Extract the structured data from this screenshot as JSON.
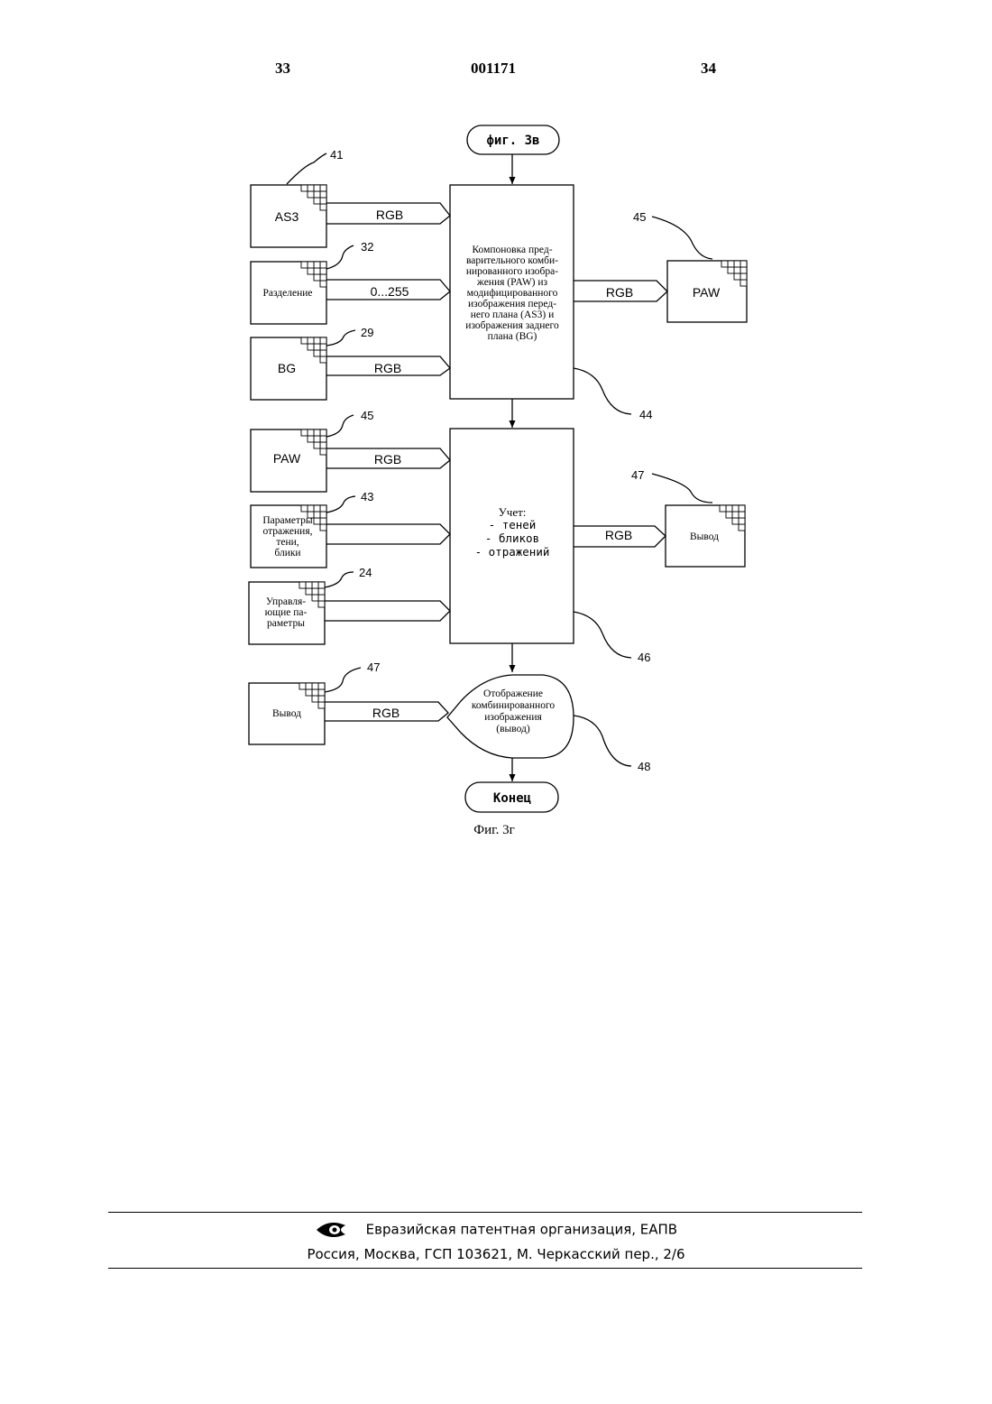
{
  "header": {
    "page_left": "33",
    "doc_number": "001171",
    "page_right": "34"
  },
  "diagram": {
    "start_terminal": "фиг. 3в",
    "end_terminal": "Конец",
    "caption": "Фиг. 3г",
    "block1_lines": [
      "Компоновка пред-",
      "варительного комби-",
      "нированного изобра-",
      "жения (PAW) из",
      "модифицированного",
      "изображения перед-",
      "него плана (AS3) и",
      "изображения заднего",
      "плана (BG)"
    ],
    "block2_lines": [
      "Учет:",
      "- теней",
      "- бликов",
      "- отражений"
    ],
    "display_lines": [
      "Отображение",
      "комбинированного",
      "изображения",
      "(вывод)"
    ],
    "inputs": {
      "as3": {
        "label": "AS3",
        "ref": "41",
        "signal": "RGB"
      },
      "separation": {
        "label": "Разделение",
        "ref": "32",
        "signal": "0...255"
      },
      "bg": {
        "label": "BG",
        "ref": "29",
        "signal": "RGB"
      },
      "paw_in": {
        "label": "PAW",
        "ref": "45",
        "signal": "RGB"
      },
      "params": {
        "lines": [
          "Параметры",
          "отражения,",
          "тени,",
          "блики"
        ],
        "ref": "43"
      },
      "control": {
        "lines": [
          "Управля-",
          "ющие па-",
          "раметры"
        ],
        "ref": "24"
      },
      "output_in": {
        "label": "Вывод",
        "ref": "47",
        "signal": "RGB"
      }
    },
    "outputs": {
      "paw_out": {
        "label": "PAW",
        "ref": "45",
        "signal": "RGB"
      },
      "output_out": {
        "label": "Вывод",
        "ref": "47",
        "signal": "RGB"
      }
    },
    "block_refs": {
      "block1": "44",
      "block2": "46",
      "display": "48"
    }
  },
  "footer": {
    "org": "Евразийская патентная организация, ЕАПВ",
    "address": "Россия, Москва, ГСП 103621, М. Черкасский пер., 2/6"
  }
}
